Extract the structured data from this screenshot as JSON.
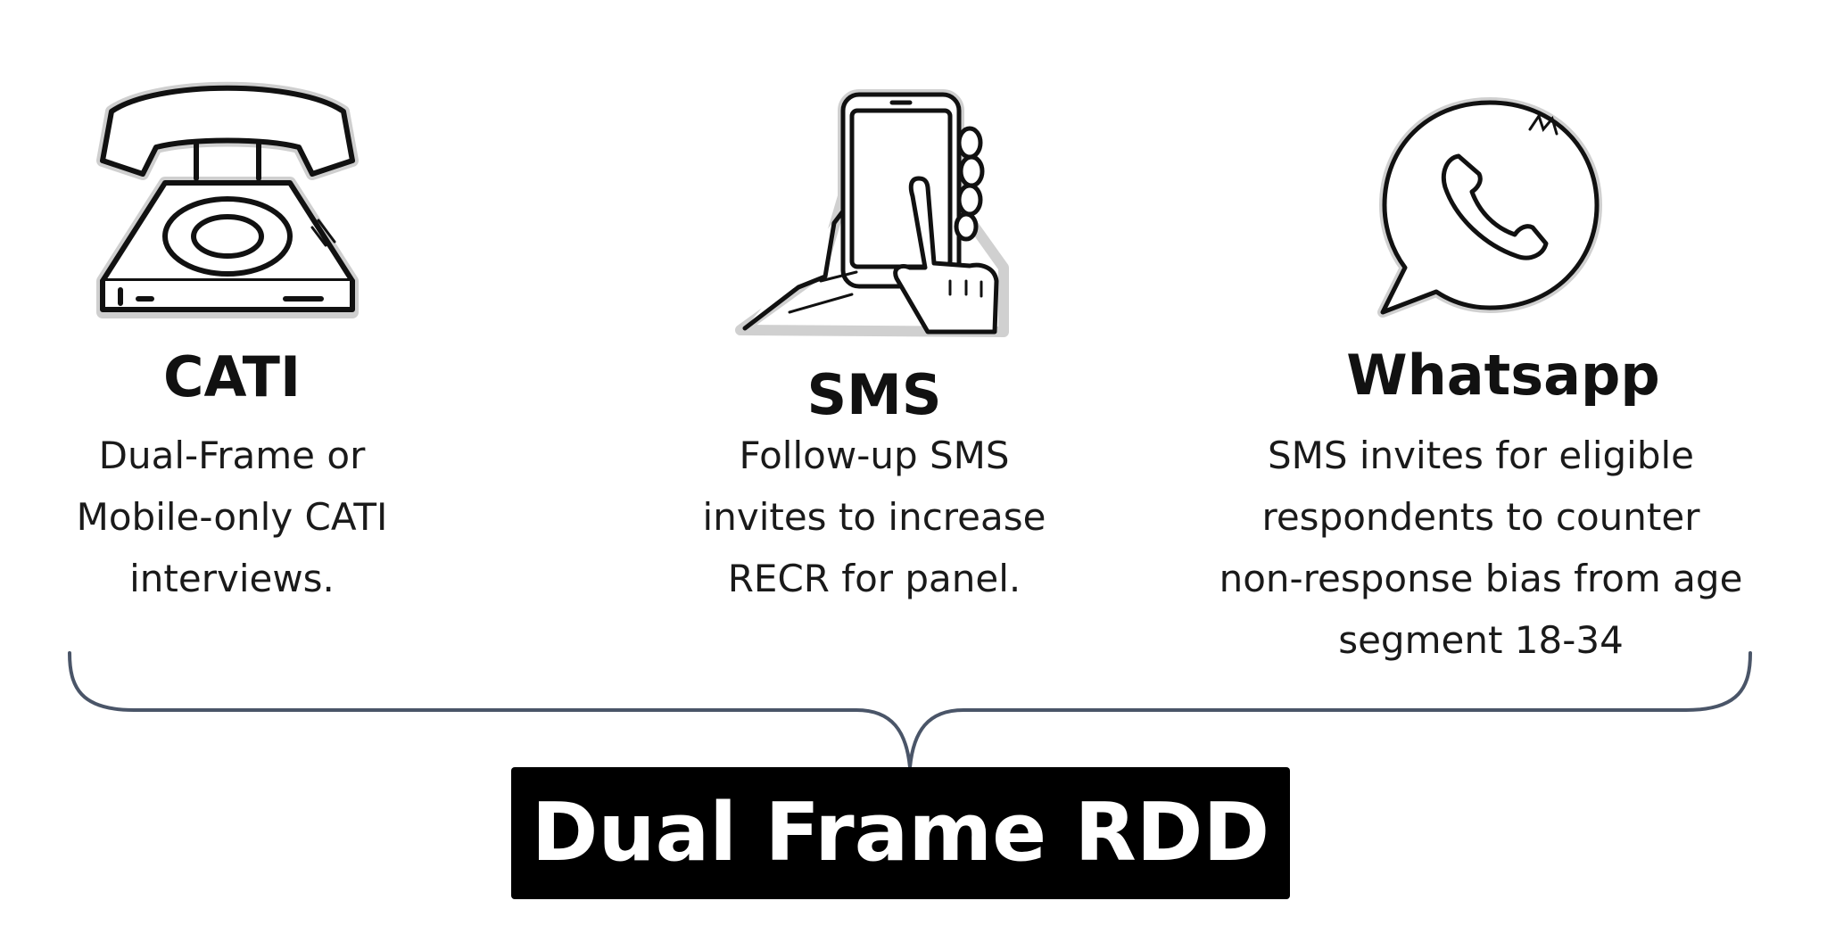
{
  "columns": [
    {
      "title": "CATI",
      "description_lines": [
        "Dual-Frame or",
        "Mobile-only CATI",
        "interviews."
      ]
    },
    {
      "title": "SMS",
      "description_lines": [
        "Follow-up SMS",
        "invites to increase",
        "RECR for panel."
      ]
    },
    {
      "title": "Whatsapp",
      "description_lines": [
        "SMS invites for eligible",
        "respondents to counter",
        "non-response bias from age",
        "segment 18-34"
      ]
    }
  ],
  "banner": {
    "label": "Dual Frame RDD"
  },
  "icons": [
    "rotary-telephone-icon",
    "hand-holding-phone-icon",
    "whatsapp-icon"
  ],
  "colors": {
    "brace": "#4a5568",
    "banner_bg": "#000000",
    "banner_text": "#ffffff",
    "text": "#111111"
  }
}
